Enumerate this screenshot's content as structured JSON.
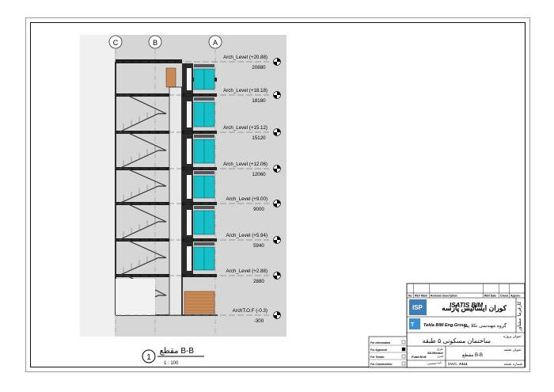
{
  "grid": [
    {
      "label": "C"
    },
    {
      "label": "B"
    },
    {
      "label": "A"
    }
  ],
  "levels": [
    {
      "name": "Arch_Level (+20.88)",
      "elev": "20880"
    },
    {
      "name": "Arch_Level (+18.18)",
      "elev": "18180"
    },
    {
      "name": "Arch_Level (+15.12)",
      "elev": "15120"
    },
    {
      "name": "Arch_Level (+12.06)",
      "elev": "12060"
    },
    {
      "name": "Arch_Level (+9.00)",
      "elev": "9000"
    },
    {
      "name": "Arch_Level (+5.94)",
      "elev": "5940"
    },
    {
      "name": "Arch_Level (+2.88)",
      "elev": "2880"
    },
    {
      "name": "ArchT.O.F (-0.3)",
      "elev": "-300"
    }
  ],
  "view_title": {
    "number": "1",
    "name": "مقطع B-B",
    "scale": "1 : 100"
  },
  "title_block": {
    "rev_headers": [
      "No",
      "REV Mark",
      "Revision Description",
      "REV Date",
      "Check",
      "Approv."
    ],
    "company_name": "ISATIS BIM",
    "company_persian": "کوران ایساتیس پارسه",
    "group_name": "Tekla BIM Eng.Group",
    "group_persian": "گروه مهندسی تکلا بیم",
    "employer_label": "کارفرما",
    "consultant_label": "مشاور",
    "project_title_label": "عنوان پروژه:",
    "project_title": "ساختمان مسکونی ۵ طبقه",
    "drawing_title_label": "عنوان نقشه:",
    "drawing_title": "مقطع B-B",
    "drawing_number_label": "شماره نقشه",
    "purpose": [
      "For Information",
      "For Approval",
      "For Tender",
      "For Construction"
    ],
    "designed_by": "Fuad.M.M",
    "checked_by": "Ali.Mirzaei",
    "approved_by": "حسینی",
    "dwg_no_label": "DWG:",
    "dwg_no": "A114",
    "row_labels": [
      "طراح",
      "کنترل",
      "تایید"
    ]
  }
}
